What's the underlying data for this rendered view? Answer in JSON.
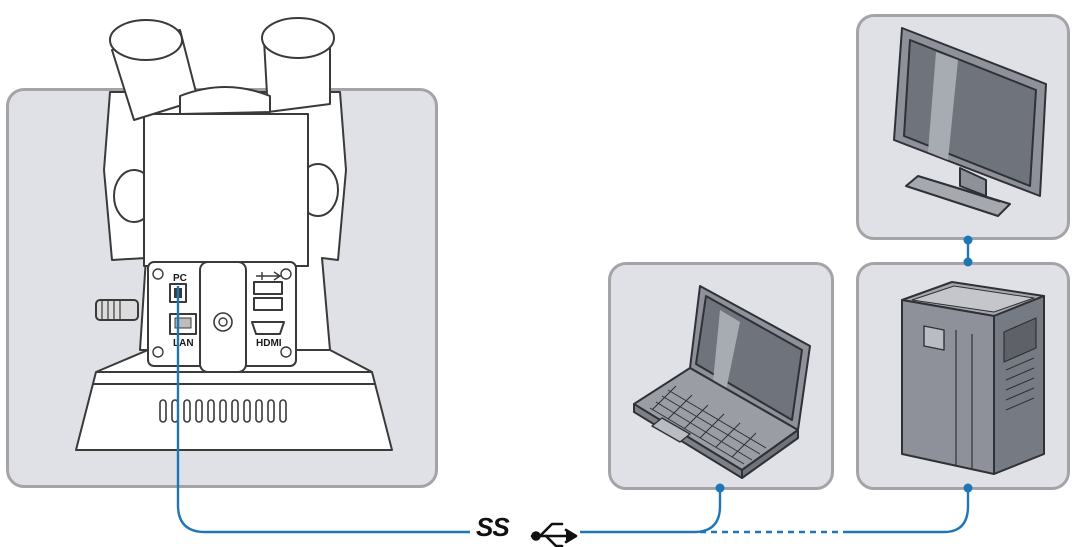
{
  "microscope_ports": {
    "pc_label": "PC",
    "lan_label": "LAN",
    "hdmi_label": "HDMI"
  },
  "connection": {
    "usb_logo_text": "SS",
    "usb_logo_icon": "usb-superspeed-icon",
    "cable_color": "#1f76b7",
    "connector_dot_color": "#1f76b7"
  },
  "devices": [
    {
      "name": "laptop",
      "icon": "laptop-icon"
    },
    {
      "name": "desktop-tower",
      "icon": "desktop-tower-icon"
    },
    {
      "name": "monitor",
      "icon": "monitor-icon"
    }
  ],
  "colors": {
    "panel_background": "#dfe1e7",
    "panel_border": "#a4a4a6",
    "device_body": "#8e9199"
  }
}
